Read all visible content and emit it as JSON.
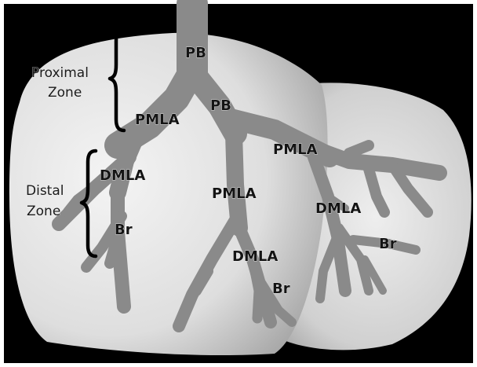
{
  "labels": {
    "pb_top": "PB",
    "pb_mid": "PB",
    "pmla_left": "PMLA",
    "pmla_right": "PMLA",
    "pmla_center": "PMLA",
    "dmla_left": "DMLA",
    "dmla_right": "DMLA",
    "dmla_center": "DMLA",
    "br_left": "Br",
    "br_right": "Br",
    "br_center": "Br",
    "proximal_zone_line1": "Proximal",
    "proximal_zone_line2": "Zone",
    "distal_zone_line1": "Distal",
    "distal_zone_line2": "Zone"
  },
  "colors": {
    "background": "#000000",
    "white_frame": "#ffffff",
    "lobe_light": "#dcdcdc",
    "lobe_rear": "#c4c4c4",
    "airway": "#8a8a8a",
    "bracket": "#000000"
  }
}
